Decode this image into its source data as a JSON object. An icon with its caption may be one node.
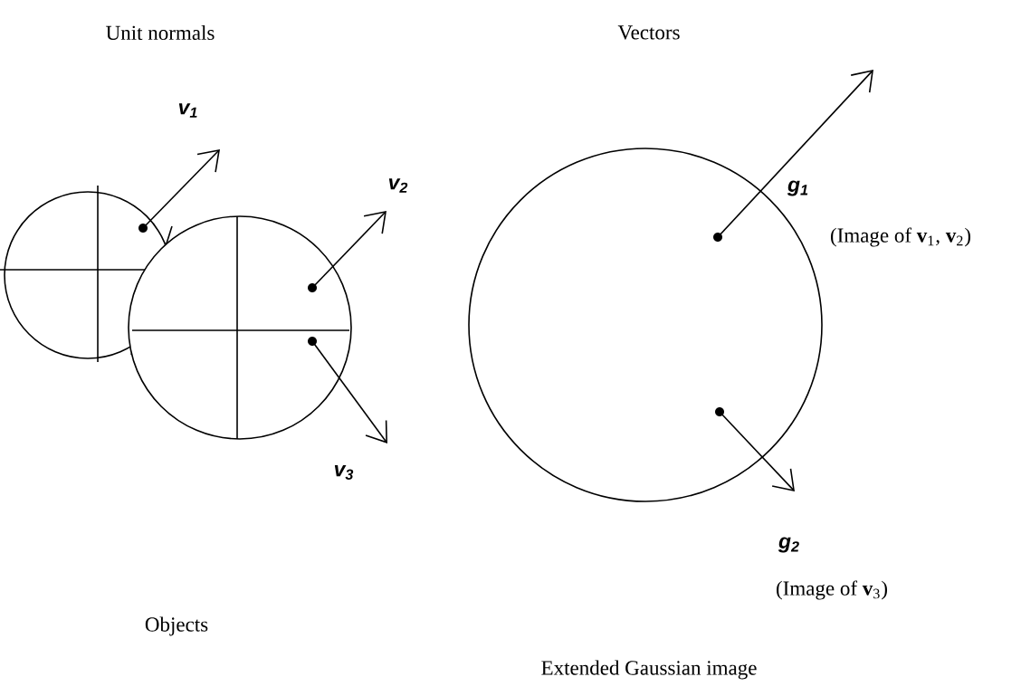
{
  "diagram": {
    "labels": [
      "Unit normals",
      "Vectors",
      "v$_{1}$",
      "v$_{2}$",
      "g$_{1}$",
      "(Image of **v**$_{1}$, **v**$_{2}$)",
      "v$_{3}$",
      "g$_{2}$",
      "(Image of **v**$_{3}$)",
      "Objects",
      "Extended Gaussian image"
    ]
  }
}
